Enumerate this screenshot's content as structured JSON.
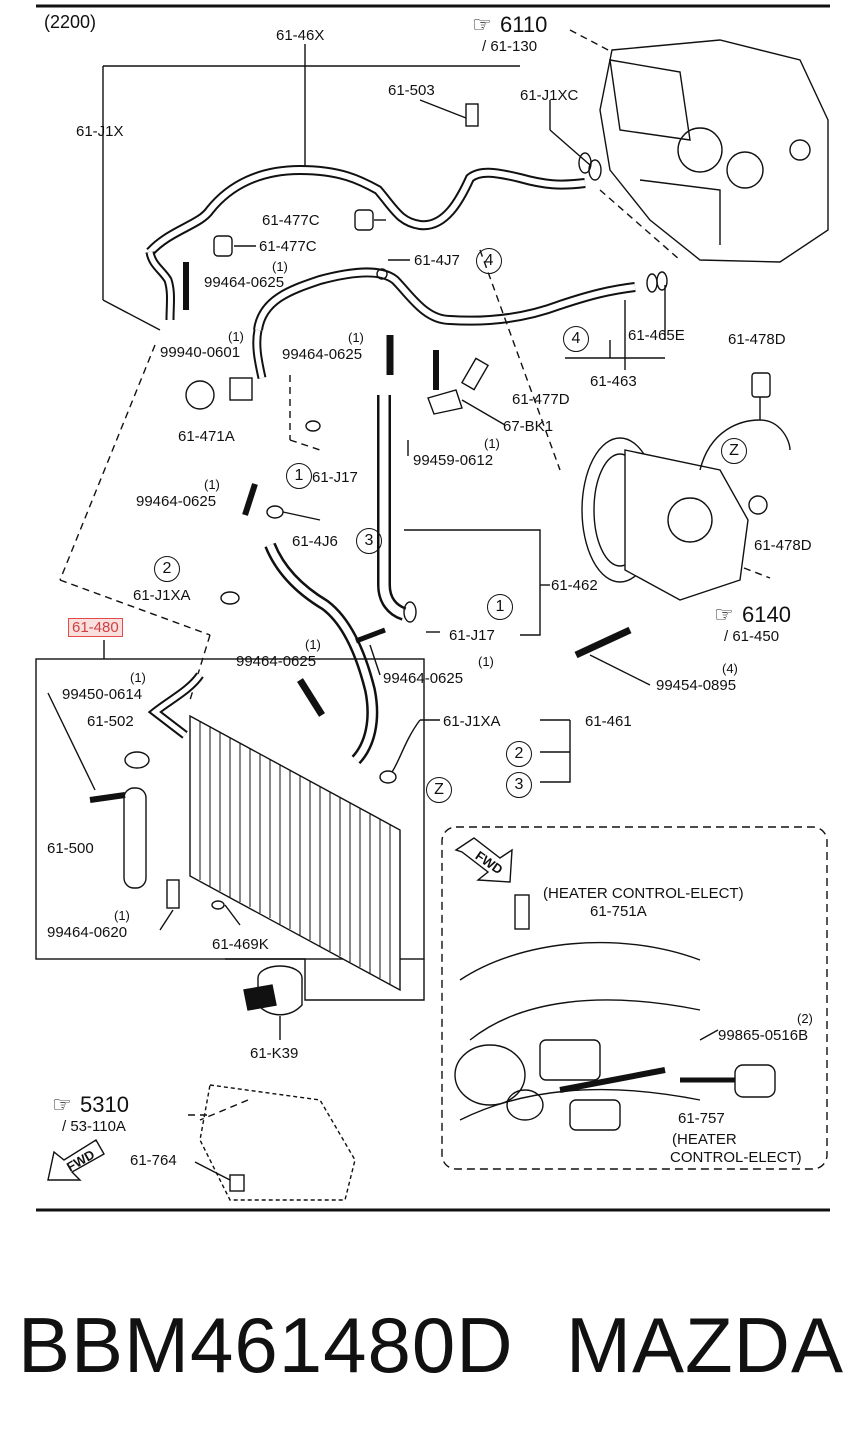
{
  "diagram": {
    "section_code": "(2200)",
    "refs": {
      "r6110": {
        "main": "6110",
        "sub": "/ 61-130"
      },
      "r6140": {
        "main": "6140",
        "sub": "/ 61-450"
      },
      "r5310": {
        "main": "5310",
        "sub": "/ 53-110A"
      }
    },
    "labels": {
      "p61_46X": "61-46X",
      "p61_503": "61-503",
      "p61_J1XC": "61-J1XC",
      "p61_J1X": "61-J1X",
      "p61_477C_a": "61-477C",
      "p61_477C_b": "61-477C",
      "p61_4J7": "61-4J7",
      "q1_a": "(1)",
      "p99464_0625_a": "99464-0625",
      "p61_465E": "61-465E",
      "q1_b": "(1)",
      "p99940_0601": "99940-0601",
      "q1_c": "(1)",
      "p99464_0625_b": "99464-0625",
      "p61_463": "61-463",
      "p61_478D_a": "61-478D",
      "p61_477D": "61-477D",
      "p61_471A": "61-471A",
      "p67_BK1": "67-BK1",
      "q1_d": "(1)",
      "p99459_0612": "99459-0612",
      "p61_J17_a": "61-J17",
      "q1_e": "(1)",
      "p99464_0625_c": "99464-0625",
      "p61_4J6": "61-4J6",
      "p61_478D_b": "61-478D",
      "p61_462": "61-462",
      "p61_J1XA_a": "61-J1XA",
      "p61_J17_b": "61-J17",
      "p61_480": "61-480",
      "q1_f": "(1)",
      "p99464_0625_d": "99464-0625",
      "q1_g": "(1)",
      "p99464_0625_e": "99464-0625",
      "q4": "(4)",
      "p99454_0895": "99454-0895",
      "q1_h": "(1)",
      "p99450_0614": "99450-0614",
      "p61_502": "61-502",
      "p61_J1XA_b": "61-J1XA",
      "p61_461": "61-461",
      "p61_500": "61-500",
      "q1_i": "(1)",
      "p99464_0620": "99464-0620",
      "p61_469K": "61-469K",
      "p61_K39": "61-K39",
      "heater1": "(HEATER CONTROL-ELECT)",
      "p61_751A": "61-751A",
      "q2": "(2)",
      "p99865_0516B": "99865-0516B",
      "p61_757": "61-757",
      "heater2a": "(HEATER",
      "heater2b": "CONTROL-ELECT)",
      "p61_764": "61-764",
      "fwd1": "FWD",
      "fwd2": "FWD"
    },
    "circled": {
      "c4_a": "4",
      "c4_b": "4",
      "c1_a": "1",
      "c3": "3",
      "c2_a": "2",
      "c1_b": "1",
      "c2_b": "2",
      "c3_b": "3",
      "cZ_a": "Z",
      "cZ_b": "Z"
    },
    "highlighted_label": "61-480",
    "highlight_color": "#e34b4b"
  },
  "footer": {
    "part_number": "BBM461480D",
    "brand": "MAZDA"
  }
}
